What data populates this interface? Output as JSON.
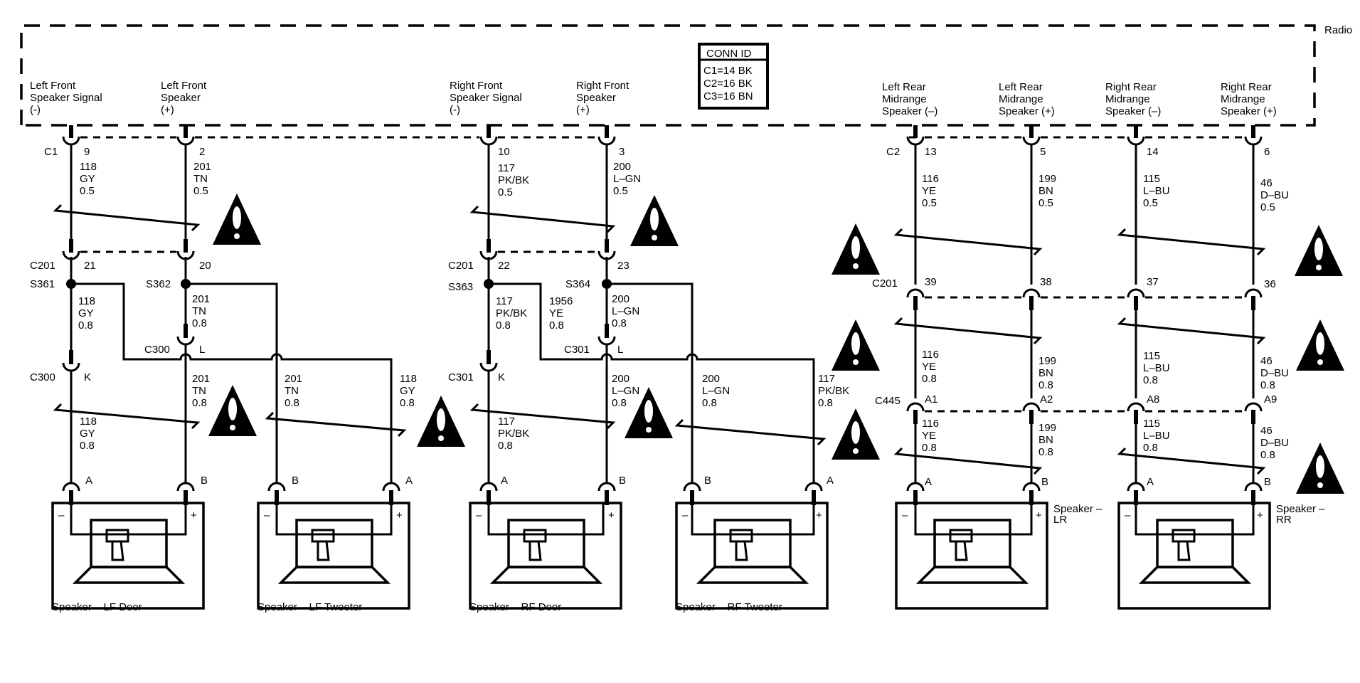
{
  "radio": {
    "label": "Radio",
    "conn_id": {
      "title": "CONN ID",
      "rows": [
        "C1=14 BK",
        "C2=16 BK",
        "C3=16 BN"
      ]
    },
    "pins": [
      {
        "label": [
          "Left Front",
          "Speaker Signal",
          "(-)"
        ]
      },
      {
        "label": [
          "Left Front",
          "Speaker",
          "(+)"
        ]
      },
      {
        "label": [
          "Right Front",
          "Speaker Signal",
          "(-)"
        ]
      },
      {
        "label": [
          "Right Front",
          "Speaker",
          "(+)"
        ]
      },
      {
        "label": [
          "Left Rear",
          "Midrange",
          "Speaker (–)"
        ]
      },
      {
        "label": [
          "Left Rear",
          "Midrange",
          "Speaker (+)"
        ]
      },
      {
        "label": [
          "Right Rear",
          "Midrange",
          "Speaker (–)"
        ]
      },
      {
        "label": [
          "Right Rear",
          "Midrange",
          "Speaker (+)"
        ]
      }
    ]
  },
  "connectors": {
    "c1": "C1",
    "c2": "C2",
    "c201_left": "C201",
    "c201_mid": "C201",
    "c201_right": "C201",
    "c300_l": "C300",
    "c300_k": "C300",
    "c301_l": "C301",
    "c301_k": "C301",
    "c445": "C445"
  },
  "splices": {
    "s361": "S361",
    "s362": "S362",
    "s363": "S363",
    "s364": "S364"
  },
  "pins": {
    "c1_9": "9",
    "c1_2": "2",
    "c1_10": "10",
    "c1_3": "3",
    "c2_13": "13",
    "c2_5": "5",
    "c2_14": "14",
    "c2_6": "6",
    "c201_21": "21",
    "c201_20": "20",
    "c201_22": "22",
    "c201_23": "23",
    "c201_39": "39",
    "c201_38": "38",
    "c201_37": "37",
    "c201_36": "36",
    "c300_L": "L",
    "c300_K": "K",
    "c301_L": "L",
    "c301_K": "K",
    "c445_A1": "A1",
    "c445_A2": "A2",
    "c445_A8": "A8",
    "c445_A9": "A9",
    "lfd_A": "A",
    "lfd_B": "B",
    "lft_B": "B",
    "lft_A": "A",
    "rfd_A": "A",
    "rfd_B": "B",
    "rft_B": "B",
    "rft_A": "A",
    "lr_A": "A",
    "lr_B": "B",
    "rr_A": "A",
    "rr_B": "B"
  },
  "wires": {
    "w1": [
      "118",
      "GY",
      "0.5"
    ],
    "w2": [
      "201",
      "TN",
      "0.5"
    ],
    "w3": [
      "117",
      "PK/BK",
      "0.5"
    ],
    "w4": [
      "200",
      "L–GN",
      "0.5"
    ],
    "w5": [
      "116",
      "YE",
      "0.5"
    ],
    "w6": [
      "199",
      "BN",
      "0.5"
    ],
    "w7": [
      "115",
      "L–BU",
      "0.5"
    ],
    "w8": [
      "46",
      "D–BU",
      "0.5"
    ],
    "w9": [
      "118",
      "GY",
      "0.8"
    ],
    "w10": [
      "201",
      "TN",
      "0.8"
    ],
    "w11": [
      "117",
      "PK/BK",
      "0.8"
    ],
    "w12": [
      "1956",
      "YE",
      "0.8"
    ],
    "w13": [
      "200",
      "L–GN",
      "0.8"
    ],
    "w14": [
      "118",
      "GY",
      "0.8"
    ],
    "w15": [
      "201",
      "TN",
      "0.8"
    ],
    "w16": [
      "201",
      "TN",
      "0.8"
    ],
    "w17": [
      "118",
      "GY",
      "0.8"
    ],
    "w18": [
      "117",
      "PK/BK",
      "0.8"
    ],
    "w19": [
      "200",
      "L–GN",
      "0.8"
    ],
    "w20": [
      "200",
      "L–GN",
      "0.8"
    ],
    "w21": [
      "117",
      "PK/BK",
      "0.8"
    ],
    "w22": [
      "116",
      "YE",
      "0.8"
    ],
    "w23": [
      "199",
      "BN",
      "0.8"
    ],
    "w24": [
      "115",
      "L–BU",
      "0.8"
    ],
    "w25": [
      "46",
      "D–BU",
      "0.8"
    ],
    "w26": [
      "116",
      "YE",
      "0.8"
    ],
    "w27": [
      "199",
      "BN",
      "0.8"
    ],
    "w28": [
      "115",
      "L–BU",
      "0.8"
    ],
    "w29": [
      "46",
      "D–BU",
      "0.8"
    ]
  },
  "speakers": {
    "lf_door": {
      "name": "Speaker – LF Door",
      "minus": "–",
      "plus": "+"
    },
    "lf_tweeter": {
      "name": "Speaker – LF Tweeter",
      "minus": "–",
      "plus": "+"
    },
    "rf_door": {
      "name": "Speaker – RF Door",
      "minus": "–",
      "plus": "+"
    },
    "rf_tweeter": {
      "name": "Speaker – RF Tweeter",
      "minus": "–",
      "plus": "+"
    },
    "lr": {
      "name": [
        "Speaker –",
        "LR"
      ],
      "minus": "–",
      "plus": "+"
    },
    "rr": {
      "name": [
        "Speaker –",
        "RR"
      ],
      "minus": "–",
      "plus": "+"
    }
  }
}
